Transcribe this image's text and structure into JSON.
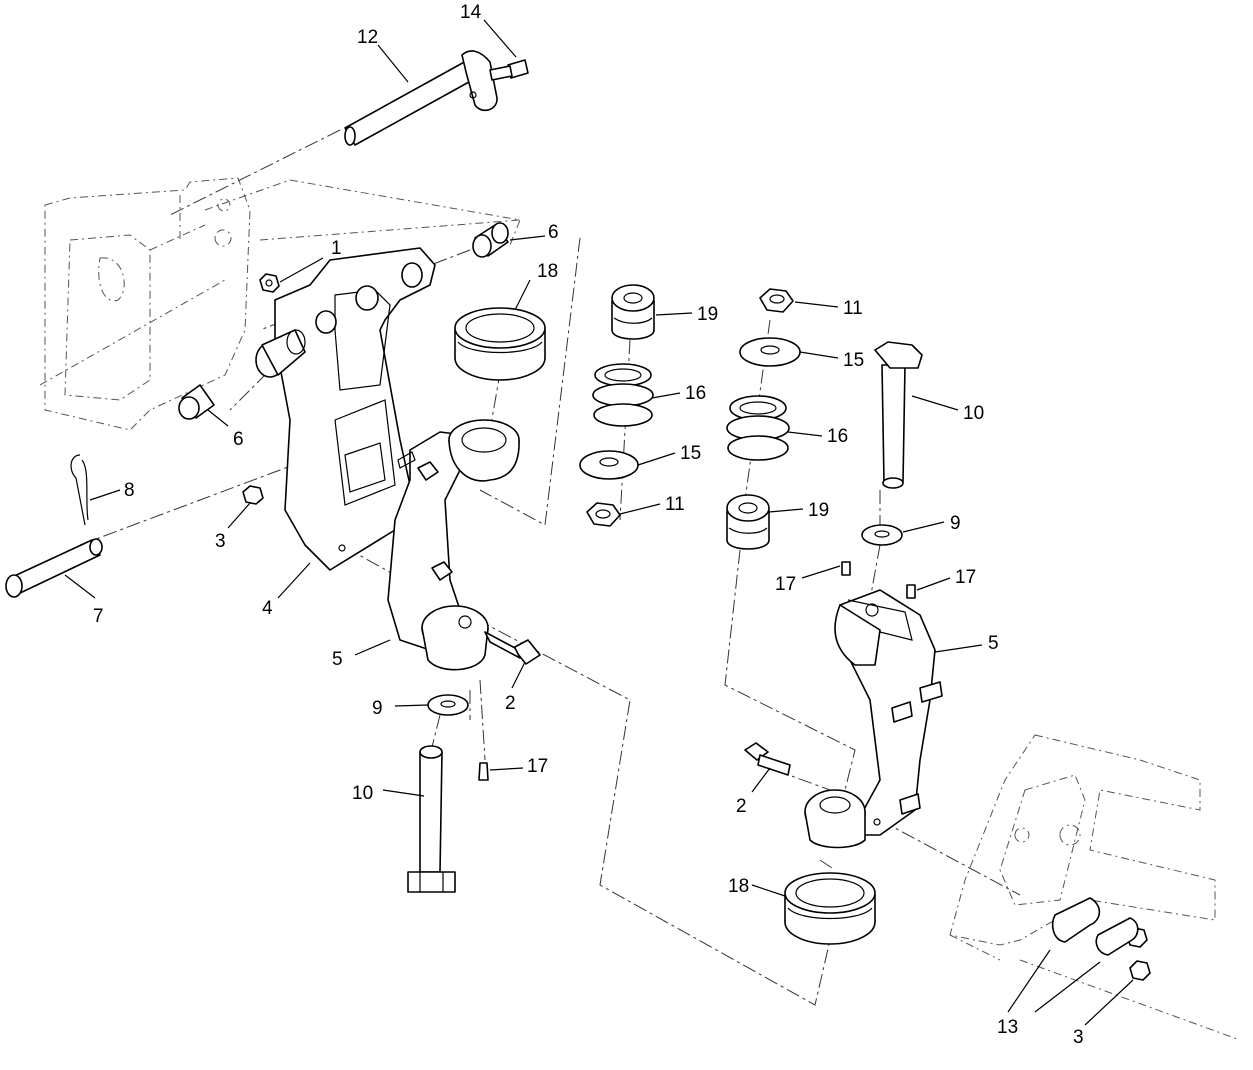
{
  "callouts": {
    "c1": "1",
    "c2a": "2",
    "c2b": "2",
    "c3a": "3",
    "c3b": "3",
    "c4": "4",
    "c5a": "5",
    "c5b": "5",
    "c6a": "6",
    "c6b": "6",
    "c7": "7",
    "c8": "8",
    "c9a": "9",
    "c9b": "9",
    "c10a": "10",
    "c10b": "10",
    "c11a": "11",
    "c11b": "11",
    "c12": "12",
    "c13": "13",
    "c14": "14",
    "c15a": "15",
    "c15b": "15",
    "c16a": "16",
    "c16b": "16",
    "c17a": "17",
    "c17b": "17",
    "c17c": "17",
    "c18a": "18",
    "c18b": "18",
    "c19a": "19",
    "c19b": "19"
  }
}
